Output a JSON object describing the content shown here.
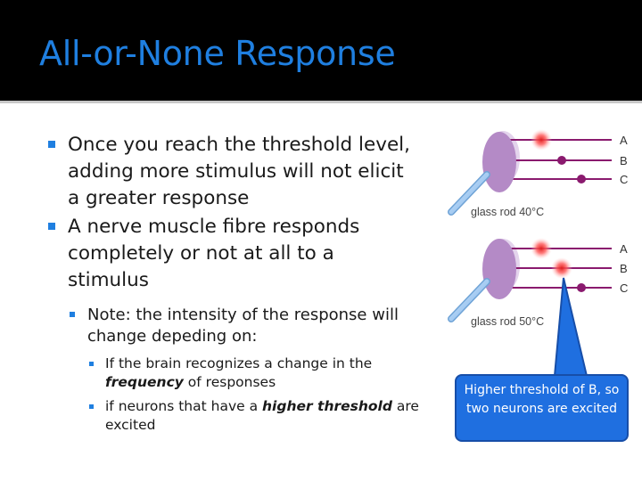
{
  "slide": {
    "title": "All-or-None Response",
    "bullets": [
      "Once you reach the threshold level, adding more stimulus will not elicit a greater response",
      "A nerve muscle fibre responds completely or not at all to a stimulus"
    ],
    "sub_bullet": "Note: the intensity of the response will change depeding on:",
    "sub_sub": [
      {
        "before": "If the brain recognizes a change in the ",
        "emph": "frequency",
        "after": " of responses"
      },
      {
        "before": "if neurons that have a ",
        "emph": "higher threshold",
        "after": " are excited"
      }
    ]
  },
  "figure": {
    "panel1": {
      "caption": "glass rod 40°C",
      "labels": [
        "A",
        "B",
        "C"
      ]
    },
    "panel2": {
      "caption": "glass rod 50°C",
      "labels": [
        "A",
        "B",
        "C"
      ]
    }
  },
  "callout": {
    "text": "Higher threshold of B, so two neurons are excited"
  },
  "colors": {
    "title": "#1f7fe0",
    "bullet": "#1f7fe0",
    "callout": "#1f6fe0",
    "line": "#8a1a6e",
    "rod": "#b48ac6"
  }
}
